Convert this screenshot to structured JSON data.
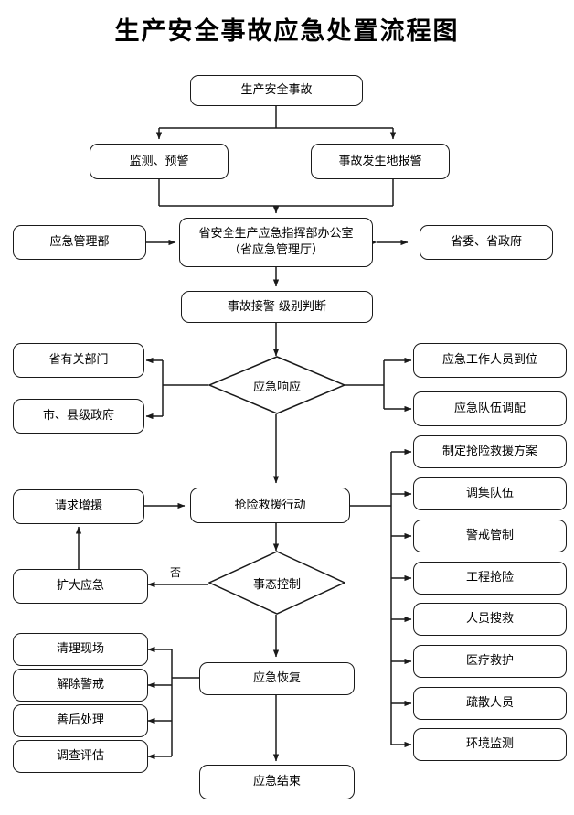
{
  "title": "生产安全事故应急处置流程图",
  "nodes": {
    "incident": "生产安全事故",
    "monitor_warning": "监测、预警",
    "site_alarm": "事故发生地报警",
    "emergency_ministry": "应急管理部",
    "provincial_office": "省安全生产应急指挥部办公室\n（省应急管理厅）",
    "provincial_gov": "省委、省政府",
    "alarm_level": "事故接警  级别判断",
    "provincial_departments": "省有关部门",
    "city_county_gov": "市、县级政府",
    "emergency_response": "应急响应",
    "staff_in_place": "应急工作人员到位",
    "team_allocation": "应急队伍调配",
    "rescue_action": "抢险救援行动",
    "request_support": "请求增援",
    "expand_emergency": "扩大应急",
    "situation_control": "事态控制",
    "emergency_recovery": "应急恢复",
    "emergency_end": "应急结束"
  },
  "rescue_measures": [
    "制定抢险救援方案",
    "调集队伍",
    "警戒管制",
    "工程抢险",
    "人员搜救",
    "医疗救护",
    "疏散人员",
    "环境监测"
  ],
  "recovery_tasks": [
    "清理现场",
    "解除警戒",
    "善后处理",
    "调查评估"
  ],
  "edge_labels": {
    "no_branch": "否"
  },
  "colors": {
    "line": "#1a1a1a",
    "background": "#ffffff",
    "text": "#000000"
  }
}
